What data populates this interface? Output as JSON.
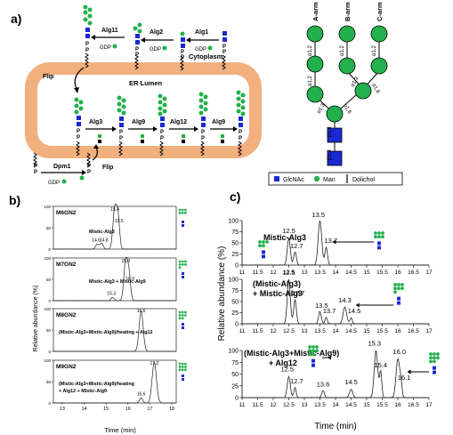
{
  "panel_a": {
    "label": "a)",
    "pathway": {
      "cytoplasm": "Cytoplasm",
      "er_lumen": "ER Lumen",
      "enzymes_top": [
        "Alg11",
        "Alg2",
        "Alg1"
      ],
      "enzymes_lumen": [
        "Alg3",
        "Alg9",
        "Alg12",
        "Alg9"
      ],
      "dpm1": "Dpm1",
      "flip_top": "Flip",
      "flip_bottom": "Flip",
      "gdp": "GDP",
      "p": "P"
    },
    "structure": {
      "arms": [
        "A-arm",
        "B-arm",
        "C-arm"
      ],
      "linkages": {
        "a_top": "α1,2",
        "b_top": "α1,2",
        "c_top": "α1,2",
        "a_mid": "α1,2",
        "b_mid": "α1,3",
        "c_mid": "α1,6",
        "a_low": "α1,3",
        "c_low": "α1,6",
        "core_man": "β1,4",
        "core_glcnac": "β1,4"
      }
    },
    "legend": {
      "glcnac": "GlcNAc",
      "man": "Man",
      "dolichol": "Dolichol"
    }
  },
  "panel_b": {
    "label": "b)",
    "ylabel": "Relative abundance (%)",
    "xlabel": "Time (min)",
    "x_ticks": [
      "13",
      "14",
      "15",
      "16",
      "17",
      "18"
    ],
    "y_ticks": [
      "0",
      "50",
      "100"
    ],
    "traces": [
      {
        "title": "M6GN2",
        "sample": "Mistic-Alg3",
        "peaks": [
          "15.4",
          "15.5",
          "14.6",
          "14.8"
        ]
      },
      {
        "title": "M7GN2",
        "sample": "Mistic-Alg3 + Mistic-Alg9",
        "peaks": [
          "15.9",
          "16.0",
          "15.3"
        ]
      },
      {
        "title": "M8GN2",
        "sample": "(Mistic-Alg3+Mistic-Alg9)/heating + Alg12",
        "peaks": [
          "16.6"
        ]
      },
      {
        "title": "M9GN2",
        "sample": "(Mistic-Alg3+Mistic-Alg9)/heating\n+ Alg12 + Mistic-Alg9",
        "peaks": [
          "17.2",
          "16.6"
        ]
      }
    ]
  },
  "panel_c": {
    "label": "c)",
    "ylabel": "Relative abundance (%)",
    "xlabel": "Time (min)",
    "x_ticks": [
      "11",
      "11.5",
      "12",
      "12.5",
      "13",
      "13.5",
      "14",
      "14.5",
      "15",
      "15.5",
      "16",
      "16.5",
      "17"
    ],
    "y_ticks": [
      "0",
      "25",
      "50",
      "75",
      "100"
    ],
    "traces": [
      {
        "sample": "Mistic-Alg3",
        "peaks": [
          "12.5",
          "12.7",
          "13.5",
          "13.7"
        ]
      },
      {
        "sample_line1": "(Mistic-Alg3)",
        "sample_line2": "+ Mistic-Alg9",
        "peaks": [
          "12.5",
          "12.7",
          "13.5",
          "13.7",
          "14.3",
          "14.5"
        ]
      },
      {
        "sample_line1": "(Mistic-Alg3+Mistic-Alg9)",
        "sample_line2": "+ Alg12",
        "peaks": [
          "12.5",
          "12.7",
          "13.6",
          "14.5",
          "15.3",
          "15.4",
          "16.0",
          "16.1"
        ]
      }
    ]
  }
}
